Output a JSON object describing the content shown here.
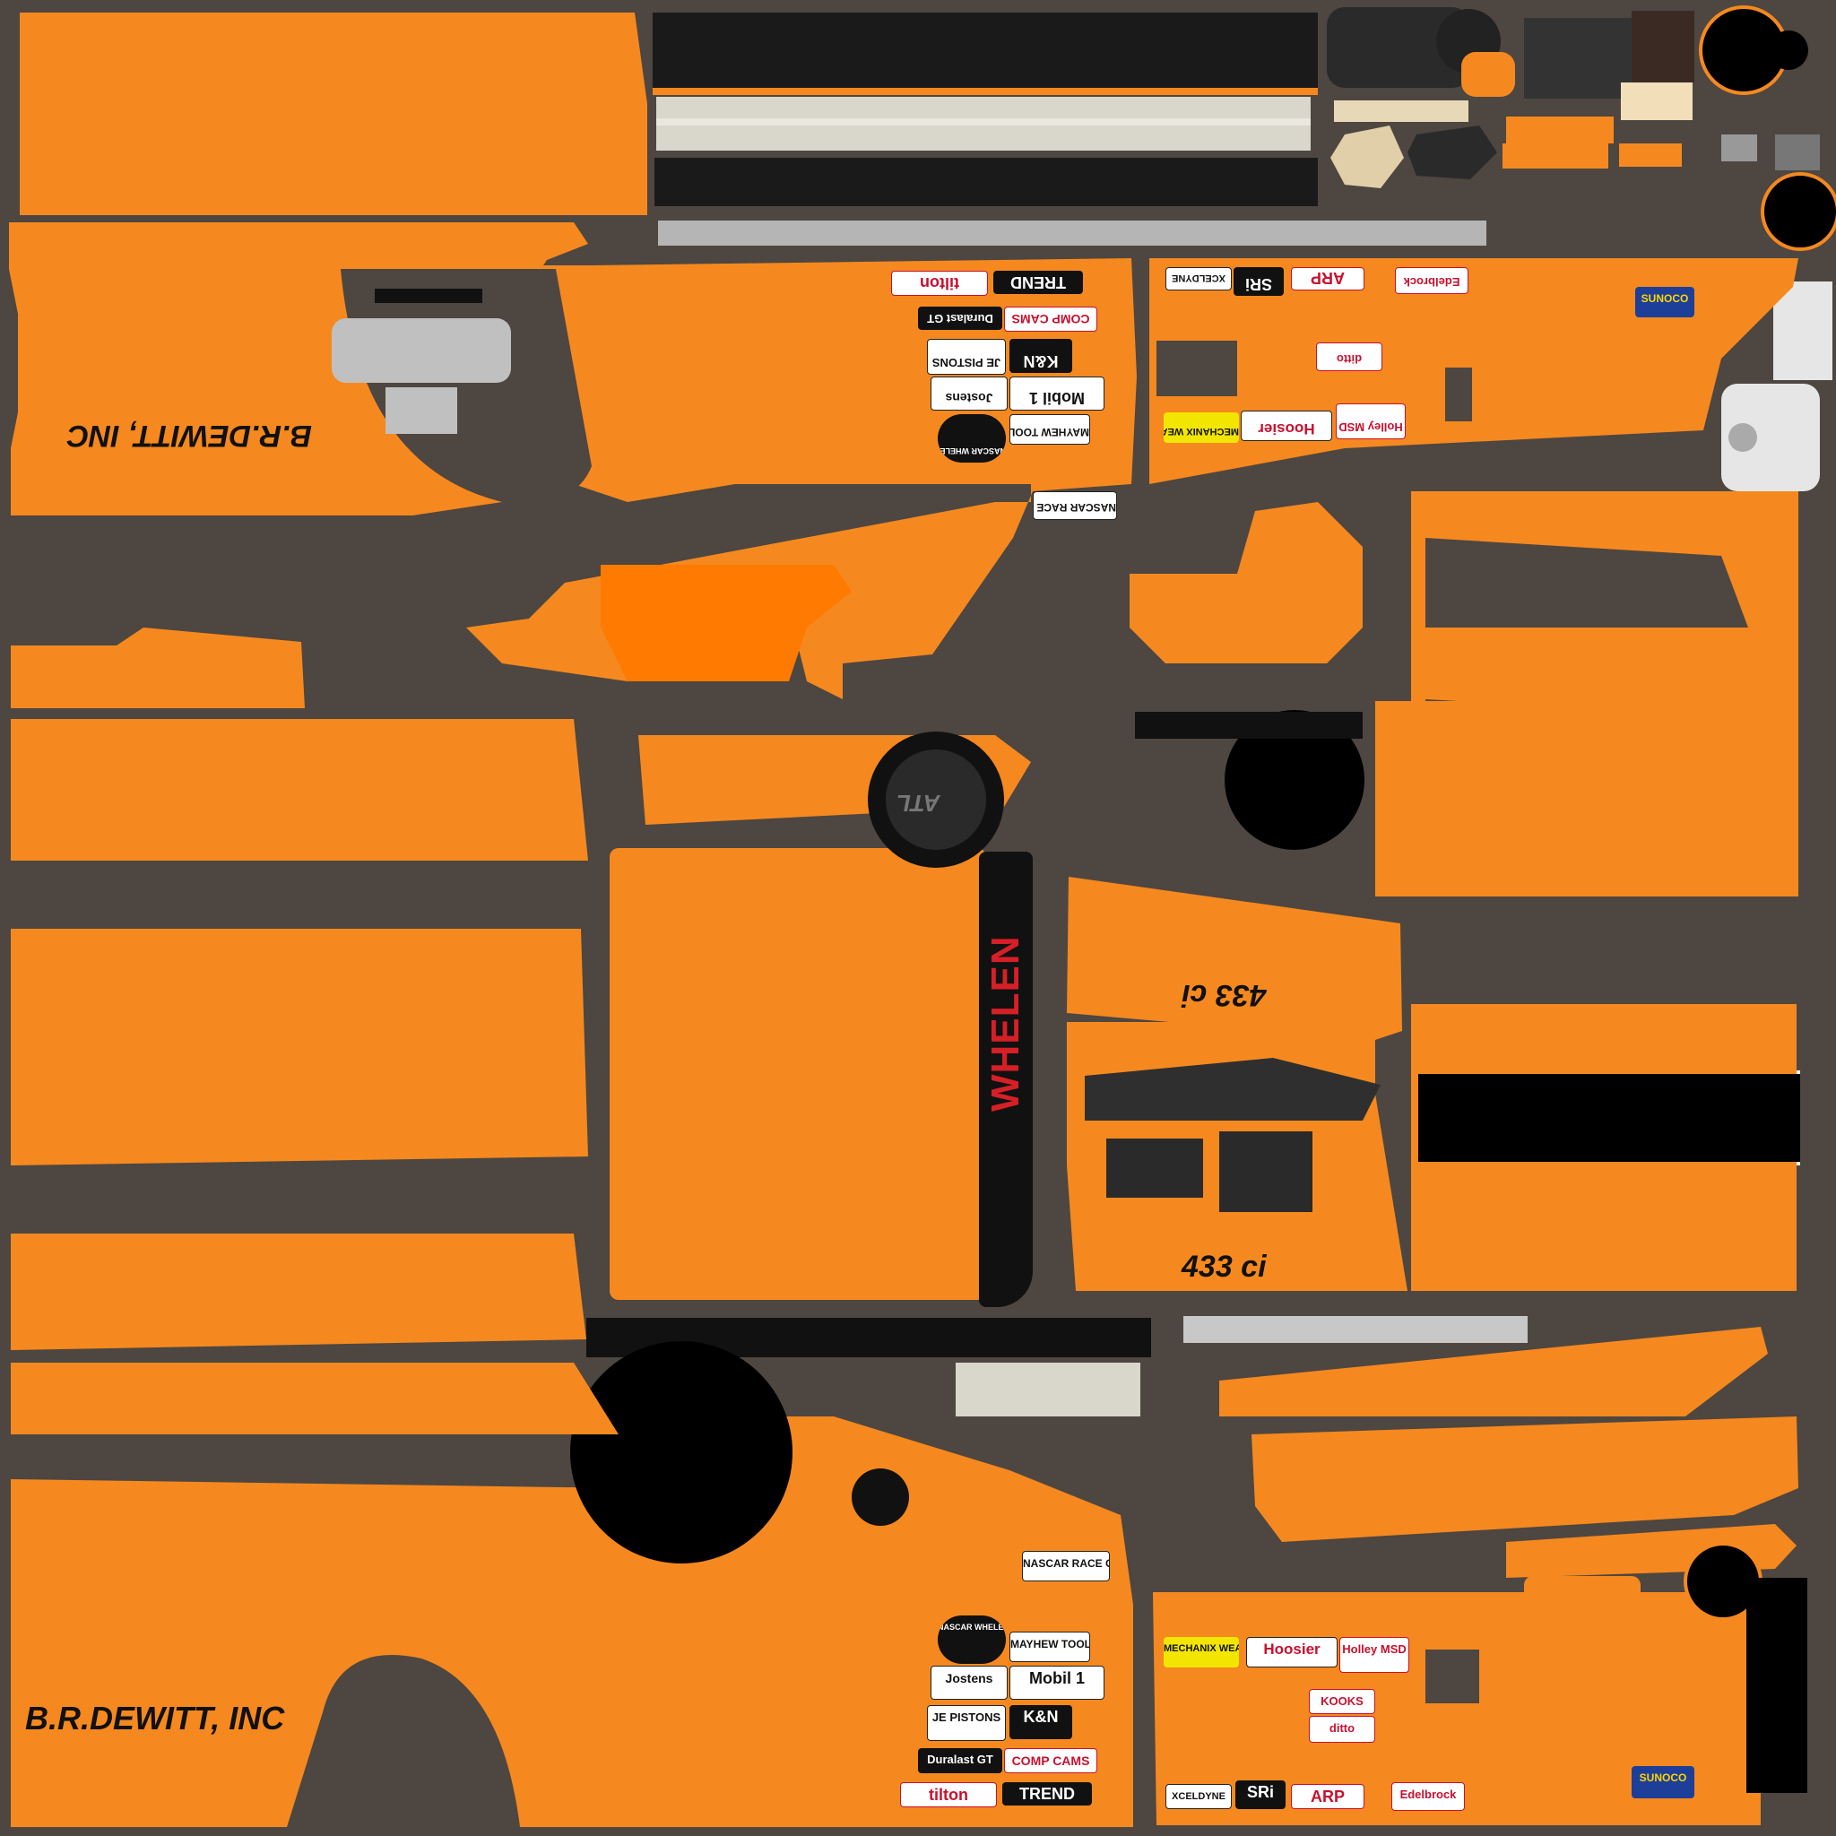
{
  "template": {
    "background_color": "#4e4640",
    "primary_color": "#f5891f",
    "accent_color": "#111111",
    "sponsor_red": "#d61f26"
  },
  "labels": {
    "company_upper": "B.R.DEWITT, INC",
    "company_lower": "B.R.DEWITT, INC",
    "engine_upper": "433 ci",
    "engine_lower": "433 ci",
    "whelen_strip": "WHELEN",
    "wheel_logo": "ATL"
  },
  "decals_upper_left": [
    "tilton",
    "TREND",
    "Duralast GT",
    "COMP CAMS",
    "JE PISTONS",
    "K&N",
    "Jostens",
    "Mobil 1",
    "NASCAR WHELEN MODIFIED TOUR",
    "MAYHEW TOOLS",
    "NASCAR RACE CAR"
  ],
  "decals_upper_right": [
    "XCELDYNE",
    "SRi",
    "ARP",
    "Edelbrock",
    "SUNOCO",
    "ditto",
    "Hoosier",
    "Holley MSD",
    "MECHANIX WEAR"
  ],
  "decals_lower_left": [
    "NASCAR RACE CAR",
    "NASCAR WHELEN MODIFIED TOUR",
    "MAYHEW TOOLS",
    "Jostens",
    "Mobil 1",
    "JE PISTONS",
    "K&N",
    "Duralast GT",
    "COMP CAMS",
    "tilton",
    "TREND"
  ],
  "decals_lower_right": [
    "MECHANIX WEAR",
    "Hoosier",
    "Holley MSD",
    "KOOKS",
    "ditto",
    "XCELDYNE",
    "SRi",
    "ARP",
    "Edelbrock",
    "SUNOCO"
  ]
}
